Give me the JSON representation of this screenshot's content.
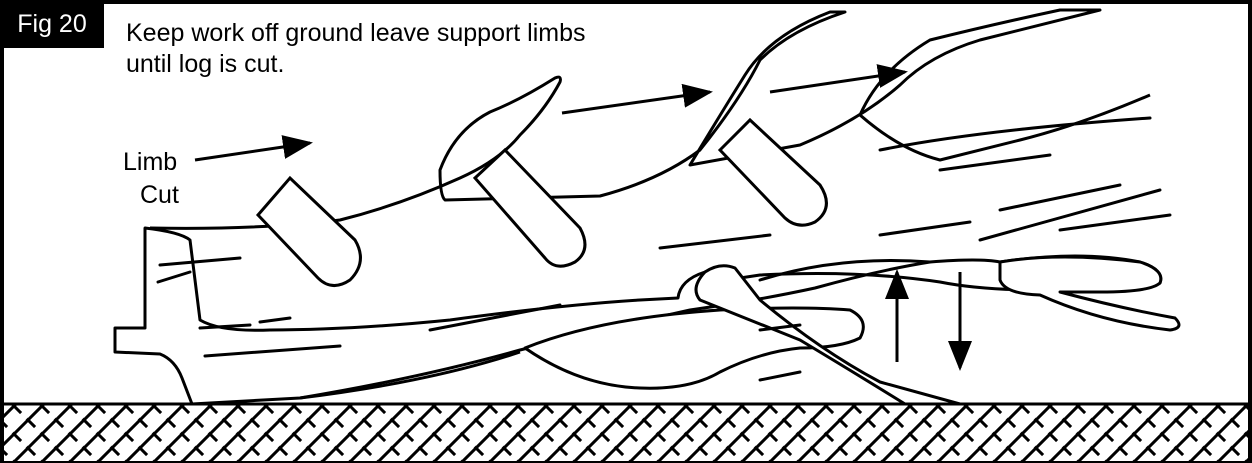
{
  "figure": {
    "label": "Fig 20",
    "caption_line1": "Keep work off ground leave support limbs",
    "caption_line2": "until log is cut."
  },
  "callouts": {
    "limb_cut_line1": "Limb",
    "limb_cut_line2": "Cut"
  },
  "colors": {
    "ink": "#000000",
    "paper": "#ffffff"
  }
}
